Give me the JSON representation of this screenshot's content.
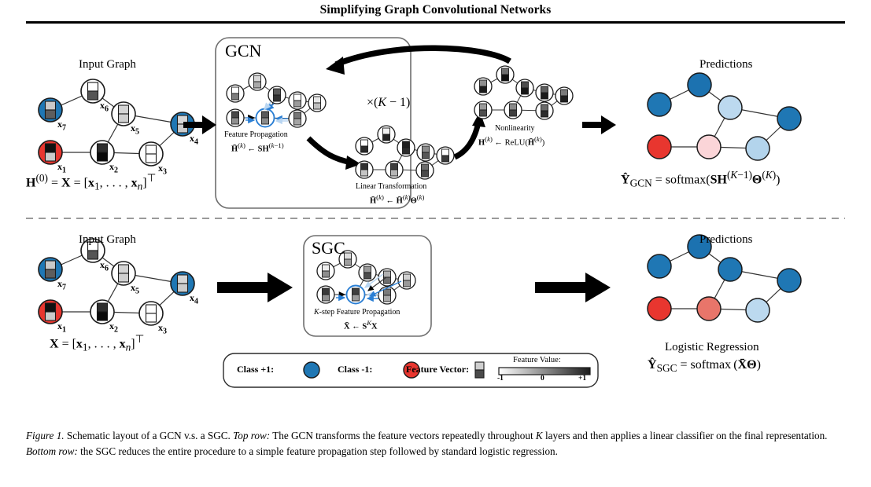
{
  "header": {
    "paper_title": "Simplifying Graph Convolutional Networks"
  },
  "top_row": {
    "input_graph_title": "Input Graph",
    "input_formula_html": "<span class=\"bd\">H</span><sup>(0)</sup> = <span class=\"bd\">X</span> = [<span class=\"bd\">x</span><sub>1</sub>, . . . , <span class=\"bd\">x</span><sub><i class=\"mi\">n</i></sub>]<sup>&#8868;</sup>",
    "box_name": "GCN",
    "repeat_label_html": "&times;(<i class=\"mi\">K</i> &minus; 1)",
    "step_feature_propagation": {
      "label": "Feature Propagation",
      "formula_html": "<span class=\"bd\">H&#772;</span><sup>(<i class=\"mi\">k</i>)</sup> &#8592; <span class=\"bd\">SH</span><sup>(<i class=\"mi\">k</i>&minus;1)</sup>"
    },
    "step_linear_transformation": {
      "label": "Linear Transformation",
      "formula_html": "<span class=\"bd\">H&#772;</span><sup>(<i class=\"mi\">k</i>)</sup> &#8592; <span class=\"bd\">H&#772;</span><sup>(<i class=\"mi\">k</i>)</sup><span class=\"bd\">&Theta;</span><sup>(<i class=\"mi\">k</i>)</sup>"
    },
    "step_nonlinearity": {
      "label": "Nonlinearity",
      "formula_html": "<span class=\"bd\">H</span><sup>(<i class=\"mi\">k</i>)</sup> &#8592; ReLU(<span class=\"bd\">H&#772;</span><sup>(<i class=\"mi\">k</i>)</sup>)"
    },
    "predictions_title": "Predictions",
    "predictions_formula_html": "<span class=\"bd\">Y&#770;</span><sub>GCN</sub> = softmax(<span class=\"bd\">SH</span><sup>(<i class=\"mi\">K</i>&minus;1)</sup><span class=\"bd\">&Theta;</span><sup>(<i class=\"mi\">K</i>)</sup>)"
  },
  "bottom_row": {
    "input_graph_title": "Input Graph",
    "input_formula_html": "<span class=\"bd\">X</span> = [<span class=\"bd\">x</span><sub>1</sub>, . . . , <span class=\"bd\">x</span><sub><i class=\"mi\">n</i></sub>]<sup>&#8868;</sup>",
    "box_name": "SGC",
    "step_feature_propagation": {
      "label_html": "<i class=\"mi\">K</i>-step Feature Propagation",
      "formula_html": "<span class=\"bd\">X&#772;</span> &#8592; <span class=\"bd\">S</span><sup><i class=\"mi\">K</i></sup><span class=\"bd\">X</span>"
    },
    "predictions_title": "Predictions",
    "classifier_label": "Logistic Regression",
    "predictions_formula_html": "<span class=\"bd\">Y&#770;</span><sub>SGC</sub> = softmax&#8201;(<span class=\"bd\">X&#772;&Theta;</span>)"
  },
  "legend": {
    "class_pos_label": "Class +1:",
    "class_neg_label": "Class -1:",
    "feature_vector_label": "Feature Vector:",
    "scale_title": "Feature Value:",
    "scale_min": "-1",
    "scale_mid": "0",
    "scale_max": "+1"
  },
  "caption": {
    "figure_label": "Figure 1.",
    "text_html": " Schematic layout of a GCN v.s. a SGC. <em>Top row:</em> The GCN transforms the feature vectors repeatedly throughout <i class=\"mi\">K</i> layers and then applies a linear classifier on the final representation. <em>Bottom row:</em> the SGC reduces the entire procedure to a simple feature propagation step followed by standard logistic regression."
  },
  "node_labels": {
    "x1": "x",
    "sub1": "1",
    "x2": "x",
    "sub2": "2",
    "x3": "x",
    "sub3": "3",
    "x4": "x",
    "sub4": "4",
    "x5": "x",
    "sub5": "5",
    "x6": "x",
    "sub6": "6",
    "x7": "x",
    "sub7": "7"
  },
  "colors": {
    "class_pos_blue": "#1f77b4",
    "class_neg_red": "#e8362f",
    "blue_light": "#bcd9ef",
    "blue_mid": "#1f77b4",
    "red_light": "#fbd5d8",
    "red_mid": "#e8756a",
    "arrow_black": "#000000",
    "arrow_blue": "#2b7fd4",
    "arrow_blue_pale": "#b9d6f2",
    "box_border": "#6e6e6e",
    "divider": "#9a9a9a",
    "node_stroke": "#1a1a1a",
    "edge": "#333333"
  },
  "chart_data": {
    "type": "diagram",
    "title": "Schematic layout of a GCN v.s. a SGC",
    "graph_nodes": [
      "x1",
      "x2",
      "x3",
      "x4",
      "x5",
      "x6",
      "x7"
    ],
    "graph_edges": [
      [
        "x1",
        "x2"
      ],
      [
        "x2",
        "x3"
      ],
      [
        "x2",
        "x5"
      ],
      [
        "x3",
        "x4"
      ],
      [
        "x4",
        "x5"
      ],
      [
        "x5",
        "x6"
      ],
      [
        "x6",
        "x7"
      ]
    ],
    "input_node_classes": {
      "x1": "class -1",
      "x4": "class +1",
      "x7": "class +1",
      "x2": "unlabeled",
      "x3": "unlabeled",
      "x5": "unlabeled",
      "x6": "unlabeled"
    },
    "top_predictions": {
      "x1": "red",
      "x2": "pink",
      "x3": "light blue",
      "x4": "blue",
      "x5": "light blue",
      "x6": "blue",
      "x7": "blue"
    },
    "bottom_predictions": {
      "x1": "red",
      "x2": "salmon",
      "x3": "light blue",
      "x4": "blue",
      "x5": "blue",
      "x6": "blue",
      "x7": "blue"
    },
    "feature_scale": {
      "min": -1,
      "mid": 0,
      "max": 1,
      "min_color": "#ffffff",
      "max_color": "#000000"
    }
  }
}
